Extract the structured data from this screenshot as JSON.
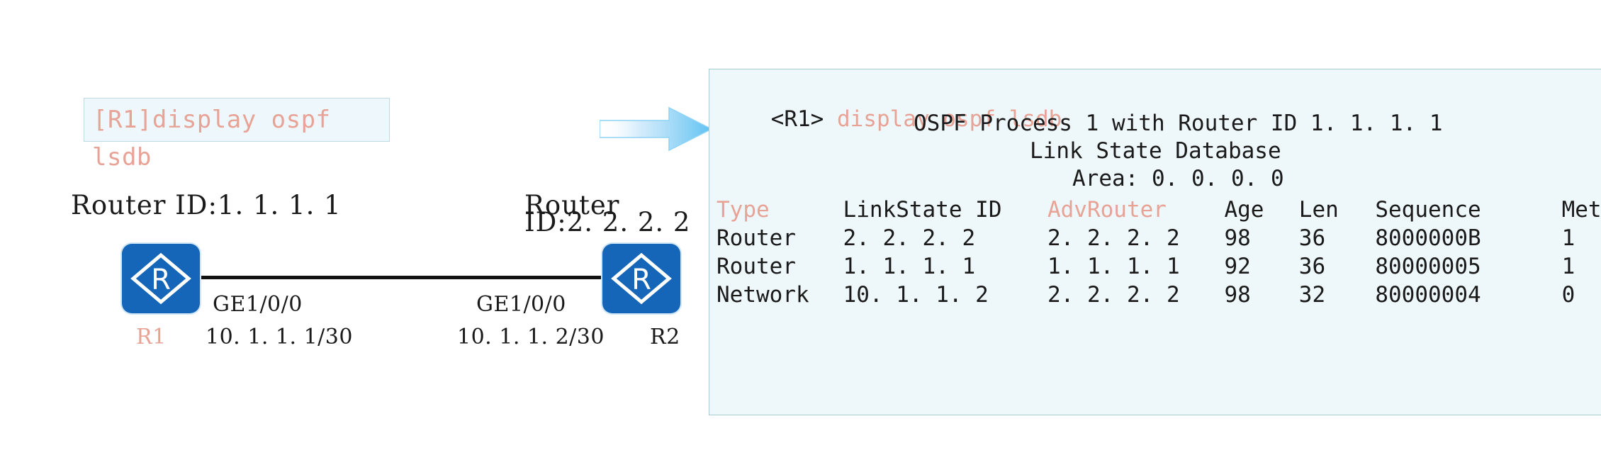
{
  "topology": {
    "command_box": {
      "line1": "[R1]display ospf",
      "line2": "lsdb"
    },
    "left_router": {
      "router_id_label": "Router ID:1. 1. 1. 1",
      "name": "R1",
      "interface": "GE1/0/0",
      "ip": "10. 1. 1. 1/30",
      "icon": "router-icon"
    },
    "right_router": {
      "router_id_label_line1": "Router",
      "router_id_label_line2": "ID:2. 2. 2. 2",
      "name": "R2",
      "interface": "GE1/0/0",
      "ip": "10. 1. 1. 2/30",
      "icon": "router-icon"
    },
    "arrow": "arrow-right-icon"
  },
  "terminal": {
    "prompt_host": "<R1>",
    "prompt_command": "display ospf lsdb",
    "header_process": "OSPF Process 1 with Router ID 1. 1. 1. 1",
    "header_database": "Link State Database",
    "header_area": "Area: 0. 0. 0. 0",
    "columns": [
      {
        "label": "Type",
        "accent": true
      },
      {
        "label": "LinkState ID",
        "accent": false
      },
      {
        "label": "AdvRouter",
        "accent": true
      },
      {
        "label": "Age",
        "accent": false
      },
      {
        "label": "Len",
        "accent": false
      },
      {
        "label": "Sequence",
        "accent": false
      },
      {
        "label": "Metric",
        "accent": false
      }
    ],
    "rows": [
      {
        "type": "Router",
        "linkstate_id": "2. 2. 2. 2",
        "advrouter": "2. 2. 2. 2",
        "age": "98",
        "len": "36",
        "sequence": "8000000B",
        "metric": "1"
      },
      {
        "type": "Router",
        "linkstate_id": "1. 1. 1. 1",
        "advrouter": "1. 1. 1. 1",
        "age": "92",
        "len": "36",
        "sequence": "80000005",
        "metric": "1"
      },
      {
        "type": "Network",
        "linkstate_id": "10. 1. 1. 2",
        "advrouter": "2. 2. 2. 2",
        "age": "98",
        "len": "32",
        "sequence": "80000004",
        "metric": "0"
      }
    ]
  },
  "colors": {
    "accent": "#e8a397",
    "router_blue": "#1565b8",
    "panel_bg": "#eef7fa",
    "panel_border": "#a9cbd8",
    "text": "#1a1a1a"
  }
}
